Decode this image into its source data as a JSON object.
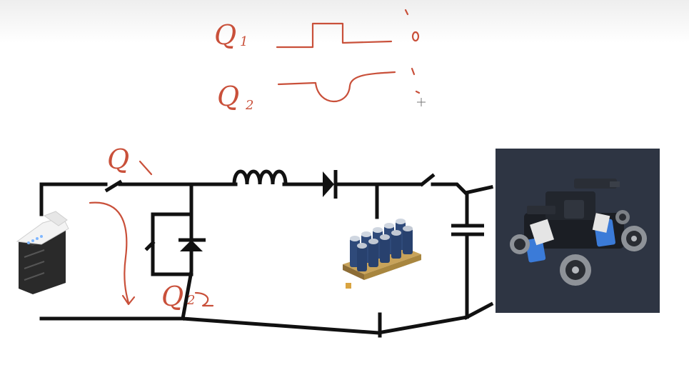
{
  "annotations": {
    "q1_symbol": "Q",
    "q1_subscript": "1",
    "q2_symbol": "Q",
    "q2_subscript": "2"
  },
  "colors": {
    "ink": "#c9503a",
    "wire": "#111111",
    "robot_background": "#2e3543",
    "capacitor_body": "#2f4a7a",
    "battery_body": "#2a2a2a"
  },
  "icons": {
    "battery": "drone-battery-icon",
    "supercapacitor_bank": "supercapacitor-bank-icon",
    "robot": "robot-rover-photo",
    "cursor": "crosshair-cursor-icon"
  }
}
